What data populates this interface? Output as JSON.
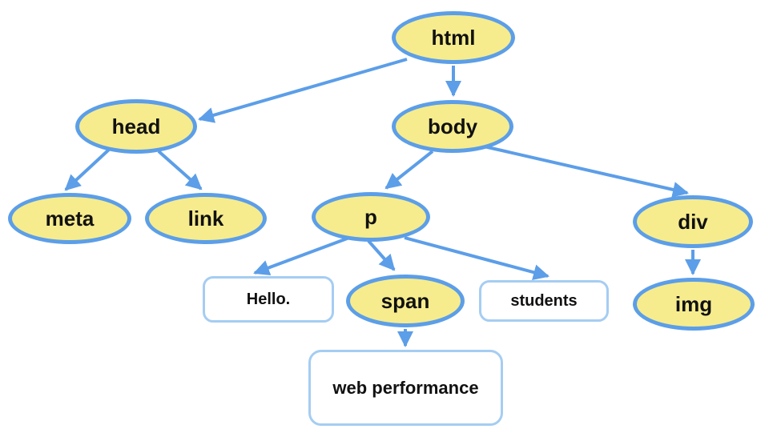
{
  "diagram": {
    "type": "dom-tree",
    "background": "#ffffff",
    "colors": {
      "element_node_fill": "#F6EC8E",
      "element_node_border": "#5C9EE8",
      "text_node_fill": "#FFFFFF",
      "text_node_border": "#A5CDF2",
      "arrow": "#5C9EE8",
      "label_text": "#111111"
    },
    "nodes": {
      "html": {
        "label": "html",
        "kind": "element"
      },
      "head": {
        "label": "head",
        "kind": "element"
      },
      "body": {
        "label": "body",
        "kind": "element"
      },
      "meta": {
        "label": "meta",
        "kind": "element"
      },
      "link": {
        "label": "link",
        "kind": "element"
      },
      "p": {
        "label": "p",
        "kind": "element"
      },
      "div": {
        "label": "div",
        "kind": "element"
      },
      "span": {
        "label": "span",
        "kind": "element"
      },
      "img": {
        "label": "img",
        "kind": "element"
      },
      "hello": {
        "label": "Hello.",
        "kind": "text"
      },
      "students": {
        "label": "students",
        "kind": "text"
      },
      "web_performance": {
        "label": "web performance",
        "kind": "text"
      }
    },
    "edges": [
      {
        "from": "html",
        "to": "head"
      },
      {
        "from": "html",
        "to": "body"
      },
      {
        "from": "head",
        "to": "meta"
      },
      {
        "from": "head",
        "to": "link"
      },
      {
        "from": "body",
        "to": "p"
      },
      {
        "from": "body",
        "to": "div"
      },
      {
        "from": "p",
        "to": "hello"
      },
      {
        "from": "p",
        "to": "span"
      },
      {
        "from": "p",
        "to": "students"
      },
      {
        "from": "span",
        "to": "web_performance"
      },
      {
        "from": "div",
        "to": "img"
      }
    ]
  }
}
